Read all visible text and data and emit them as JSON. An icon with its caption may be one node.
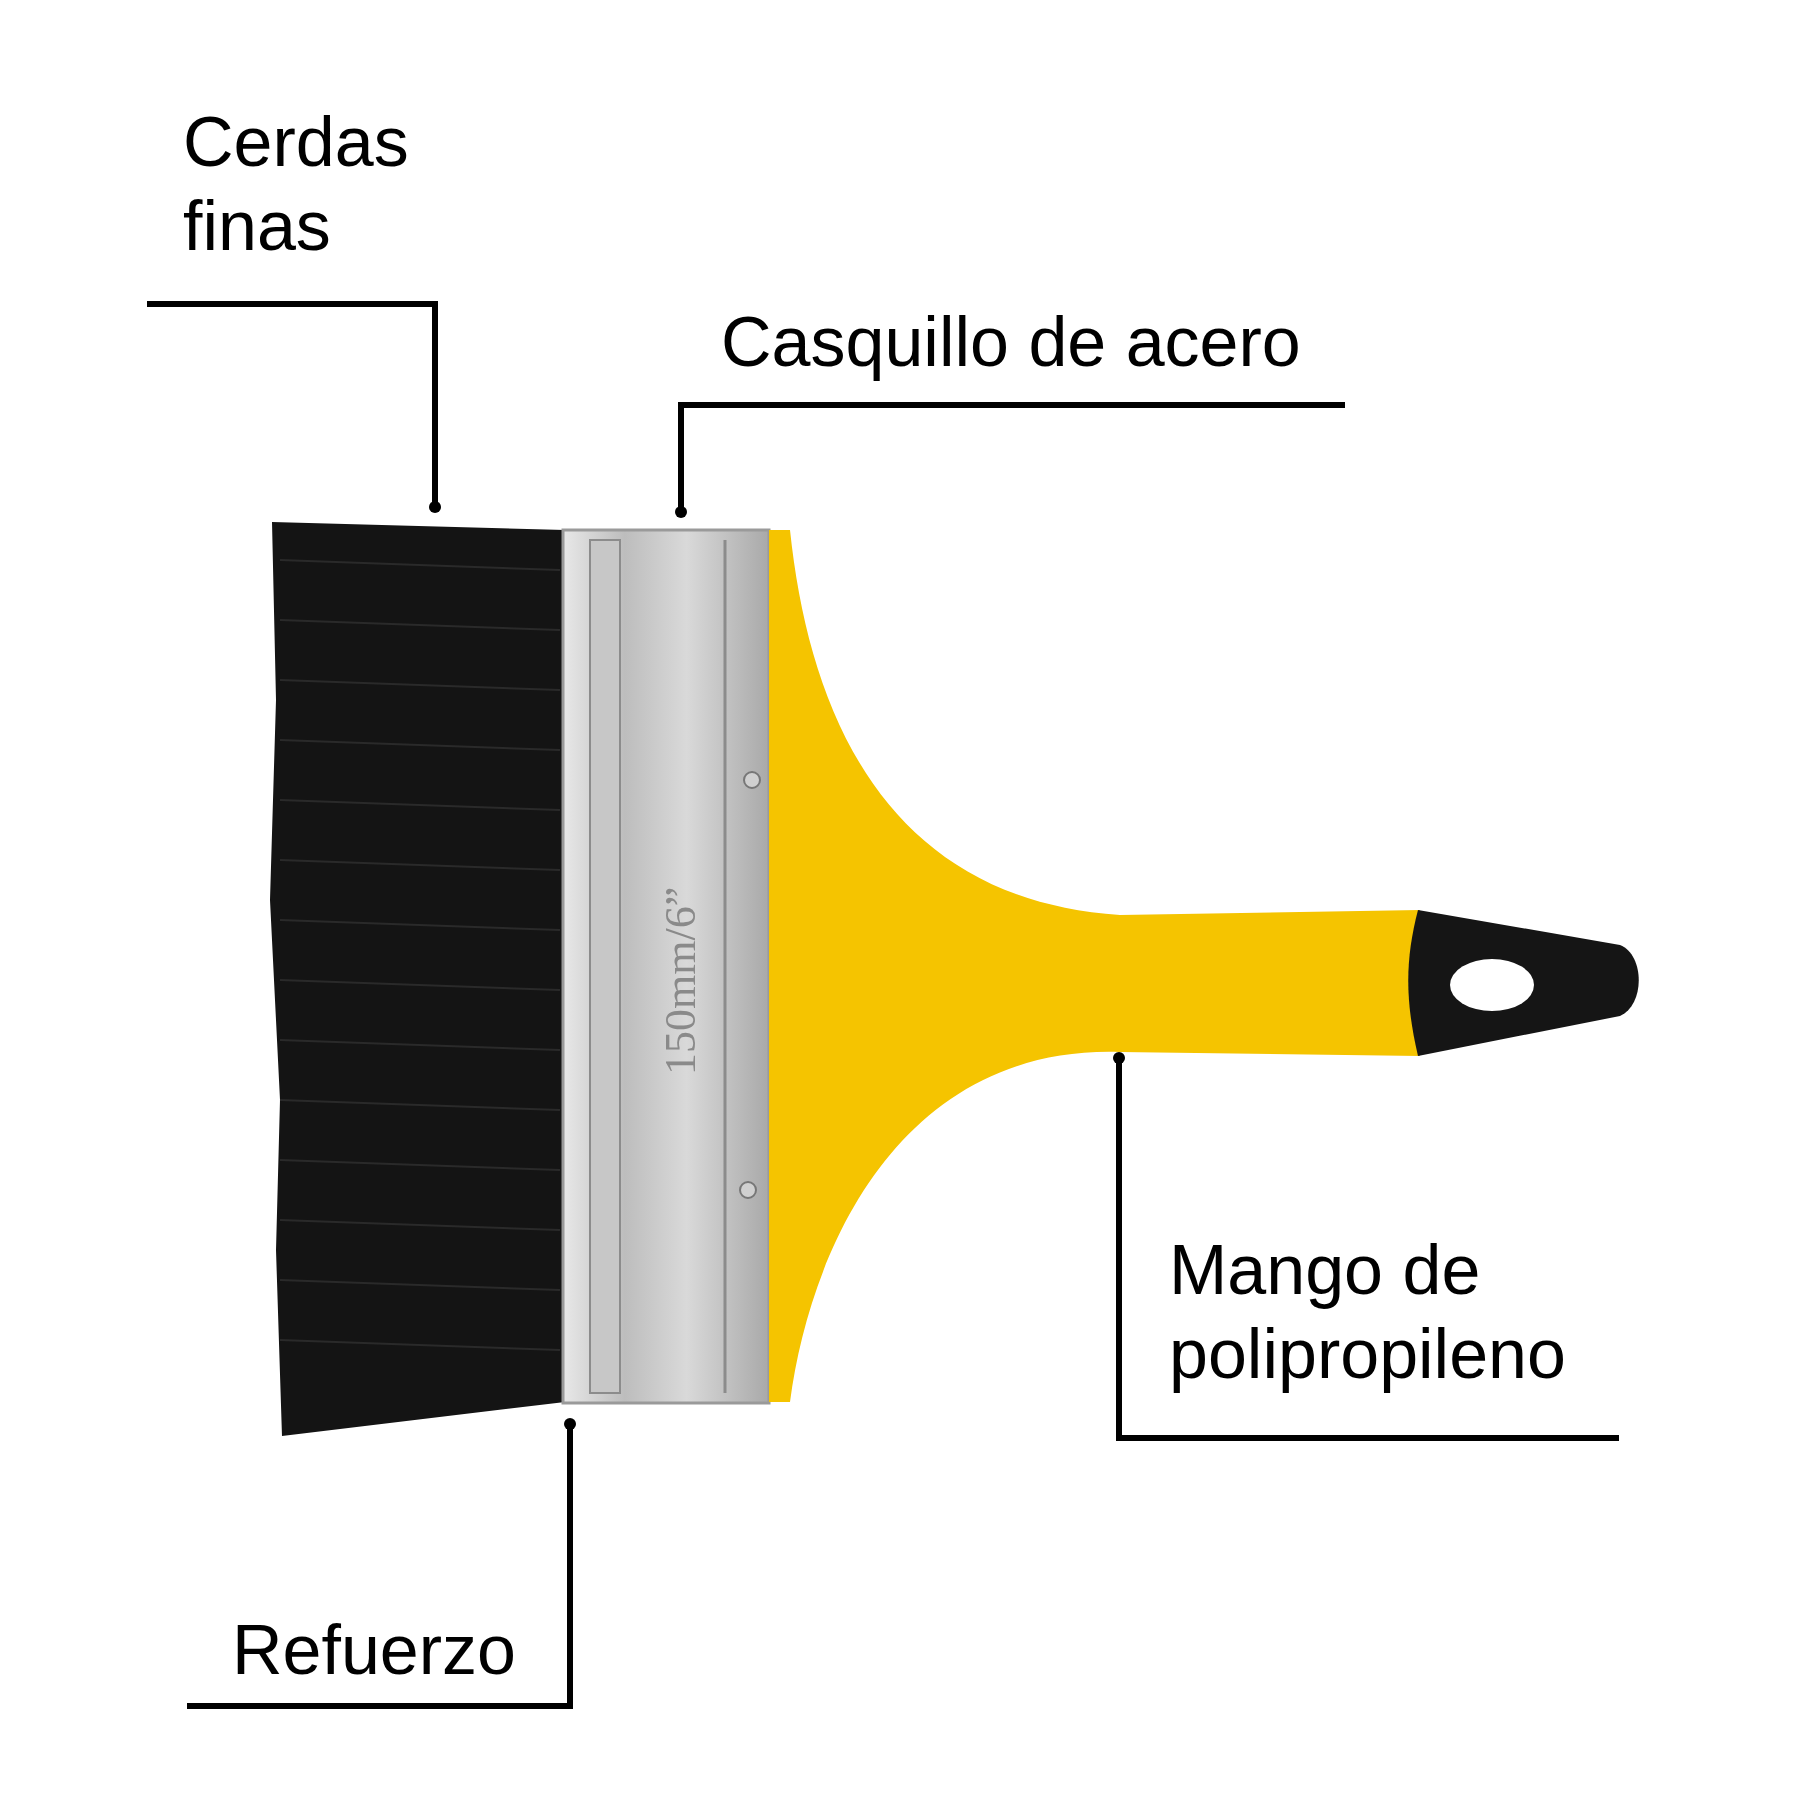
{
  "diagram": {
    "nodes": [
      {
        "text": [
          "Cerdas finas"
        ]
      },
      {
        "text": [],
        "shape": "picture"
      },
      {
        "text": [
          "Casquillo de acero"
        ]
      },
      {
        "text": [],
        "shape": "picture"
      },
      {
        "text": [],
        "shape": "picture"
      },
      {
        "text": [
          "Mango de polipropileno"
        ]
      },
      {
        "text": [
          "Refuerzo"
        ]
      }
    ],
    "edges": [
      {
        "from": 0,
        "to": 1,
        "arrow": "other"
      },
      {
        "from": 2,
        "to": 3,
        "arrow": "other"
      },
      {
        "from": 5,
        "to": 4,
        "arrow": "other"
      },
      {
        "from": 6,
        "to": 3,
        "arrow": "other"
      }
    ],
    "labels": [
      "150mm/6”"
    ]
  }
}
